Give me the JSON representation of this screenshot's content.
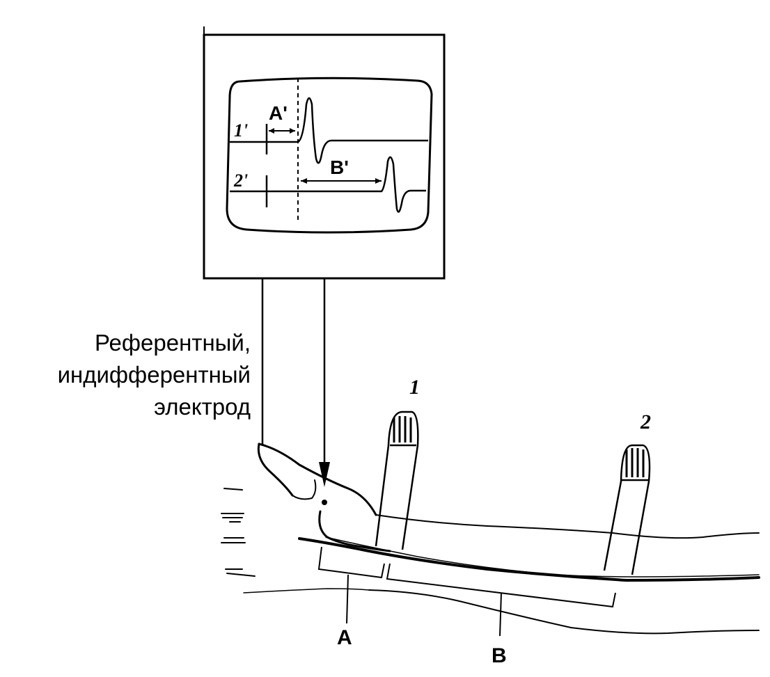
{
  "electrode_caption": [
    "Референтный,",
    "индифферентный",
    "электрод"
  ],
  "screen": {
    "interval_a": "A'",
    "interval_b": "B'",
    "trace_1": "1'",
    "trace_2": "2'"
  },
  "electrodes": {
    "electrode_1": "1",
    "electrode_2": "2"
  },
  "segments": {
    "segment_a": "A",
    "segment_b": "B"
  }
}
